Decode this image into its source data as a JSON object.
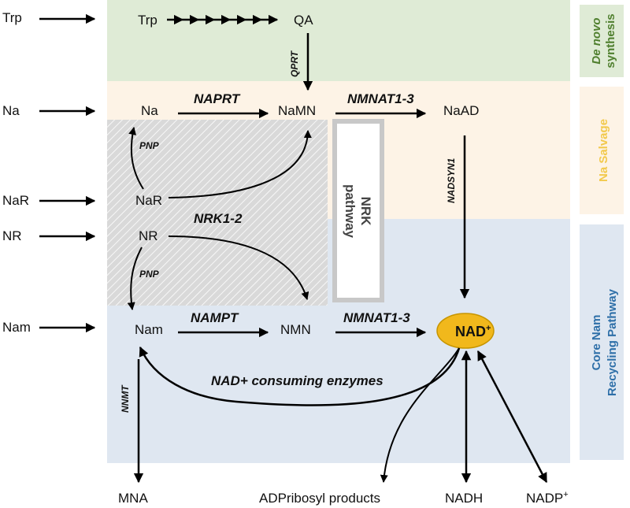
{
  "sources": {
    "trp": "Trp",
    "na": "Na",
    "nar": "NaR",
    "nr": "NR",
    "nam": "Nam"
  },
  "metabolites": {
    "trp": "Trp",
    "qa": "QA",
    "na": "Na",
    "namn": "NaMN",
    "naad": "NaAD",
    "nar": "NaR",
    "nr": "NR",
    "nam": "Nam",
    "nmn": "NMN",
    "nad": "NAD",
    "nad_sup": "+"
  },
  "products": {
    "mna": "MNA",
    "adpribosyl": "ADPribosyl products",
    "nadh": "NADH",
    "nadp": "NADP",
    "nadp_sup": "+"
  },
  "enzymes": {
    "qprt": "QPRT",
    "naprt": "NAPRT",
    "nmnat_top": "NMNAT1-3",
    "nadsyn1": "NADSYN1",
    "pnp_top": "PNP",
    "nrk12": "NRK1-2",
    "pnp_bottom": "PNP",
    "nampt": "NAMPT",
    "nmnat_bottom": "NMNAT1-3",
    "nnmt": "NNMT",
    "consuming": "NAD+ consuming enzymes"
  },
  "nrk_box": {
    "line1": "NRK",
    "line2": "pathway"
  },
  "side_labels": {
    "denovo_italic": "De novo",
    "denovo_rest": "synthesis",
    "na_salvage": "Na Salvage",
    "core_line1": "Core Nam",
    "core_line2": "Recycling Pathway"
  },
  "colors": {
    "denovo_bg": "#dfebd6",
    "salvage_bg": "#fdf3e6",
    "core_bg": "#dfe7f1",
    "hatch_bg": "#d9d9d9",
    "nad_fill": "#f1b81c",
    "nad_stroke": "#c79500",
    "denovo_text": "#4f7f2e",
    "salvage_text": "#f2c94c",
    "core_text": "#2e6fa8"
  }
}
